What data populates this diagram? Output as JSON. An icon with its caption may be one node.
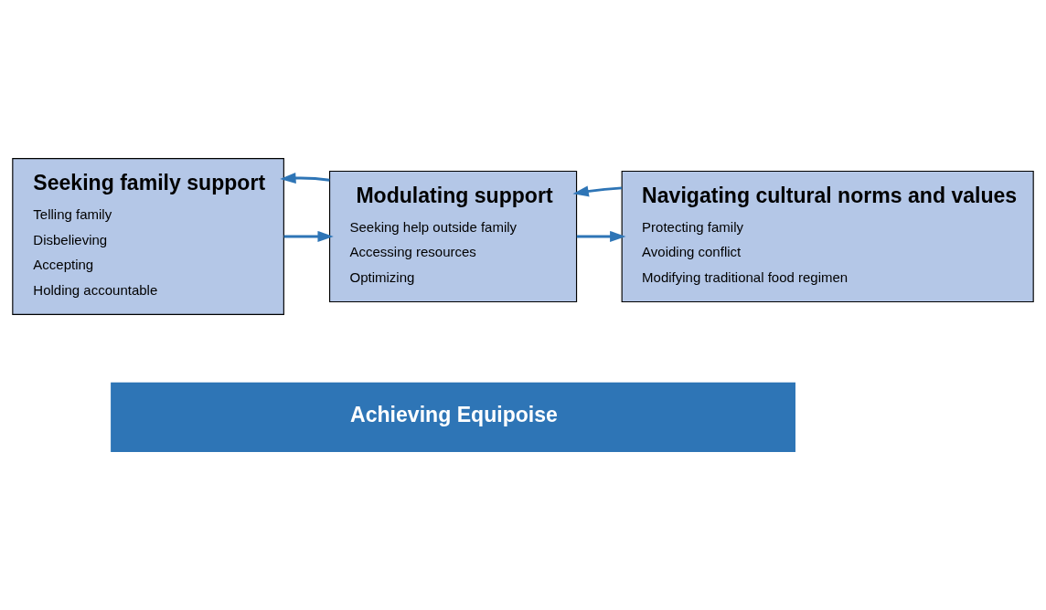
{
  "diagram": {
    "nodes": [
      {
        "text": [
          "Seeking family support",
          "Telling family",
          "Disbelieving",
          "Accepting",
          "Holding accountable"
        ]
      },
      {
        "text": [
          "Modulating support",
          "Seeking help outside family",
          "Accessing resources",
          "Optimizing"
        ]
      },
      {
        "text": [
          "Navigating cultural norms and values",
          "Protecting family",
          "Avoiding conflict",
          "Modifying traditional food regimen"
        ]
      },
      {
        "text": [
          "Achieving Equipoise"
        ]
      }
    ],
    "edges": [
      {
        "from": 0,
        "to": 1,
        "arrow": "to"
      },
      {
        "from": 1,
        "to": 0,
        "arrow": "to"
      },
      {
        "from": 1,
        "to": 2,
        "arrow": "to"
      },
      {
        "from": 2,
        "to": 1,
        "arrow": "to"
      }
    ]
  }
}
